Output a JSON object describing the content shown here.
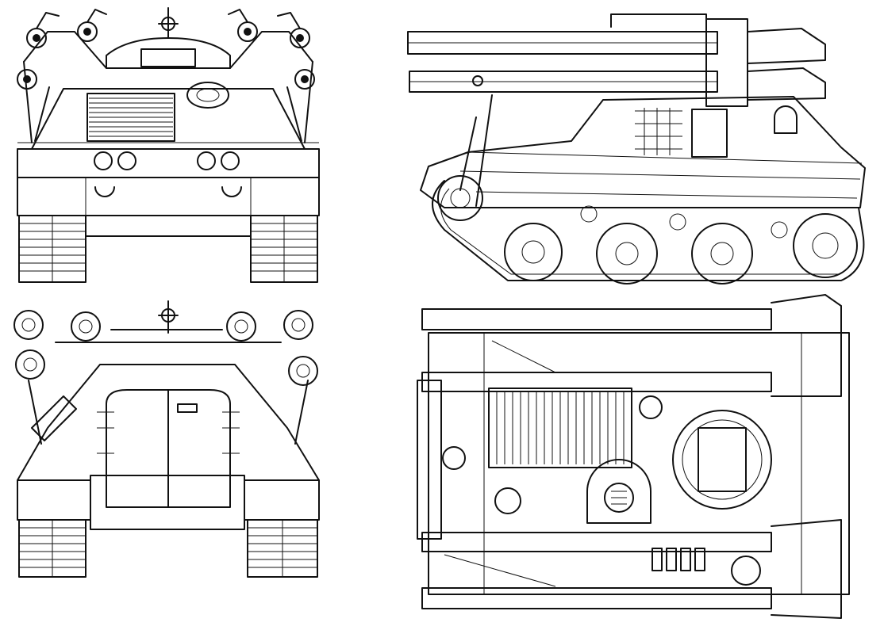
{
  "drawing": {
    "ink_color": "#111111",
    "paper_color": "#ffffff",
    "views": [
      {
        "key": "front",
        "icon": "front-view-drawing"
      },
      {
        "key": "rear",
        "icon": "rear-view-drawing"
      },
      {
        "key": "side",
        "icon": "side-view-drawing"
      },
      {
        "key": "top",
        "icon": "top-view-drawing"
      }
    ]
  }
}
